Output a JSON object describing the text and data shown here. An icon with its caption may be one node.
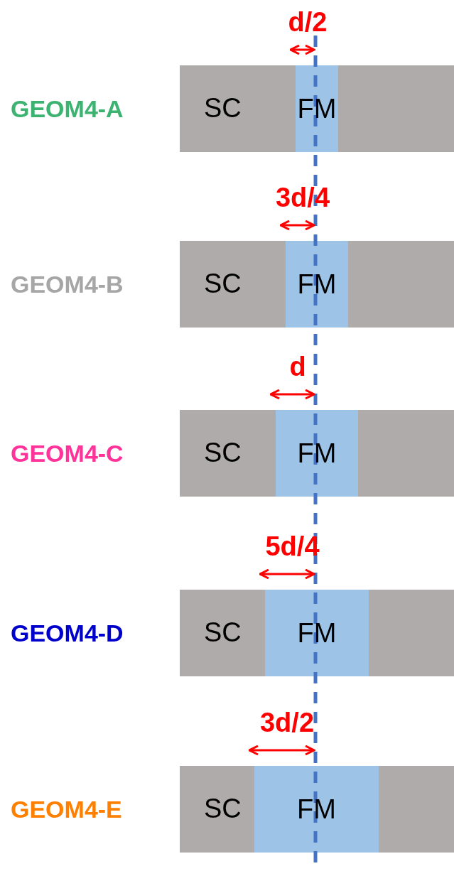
{
  "diagram": {
    "nodes": [
      {
        "text": [
          "SC"
        ]
      },
      {
        "text": [
          "FM"
        ],
        "in": 0
      },
      {
        "text": [
          "SC"
        ]
      },
      {
        "text": [
          "FM"
        ],
        "in": 2
      },
      {
        "text": [
          "SC"
        ]
      },
      {
        "text": [
          "FM"
        ],
        "in": 4
      },
      {
        "text": [
          "SC"
        ]
      },
      {
        "text": [
          "FM"
        ],
        "in": 6
      },
      {
        "text": [
          "SC"
        ]
      },
      {
        "text": [
          "FM"
        ],
        "in": 8
      }
    ],
    "labels": [
      "d/2",
      "GEOM4-A",
      "3d/4",
      "GEOM4-B",
      "d",
      "GEOM4-C",
      "5d/4",
      "GEOM4-D",
      "3d/2",
      "GEOM4-E"
    ]
  }
}
